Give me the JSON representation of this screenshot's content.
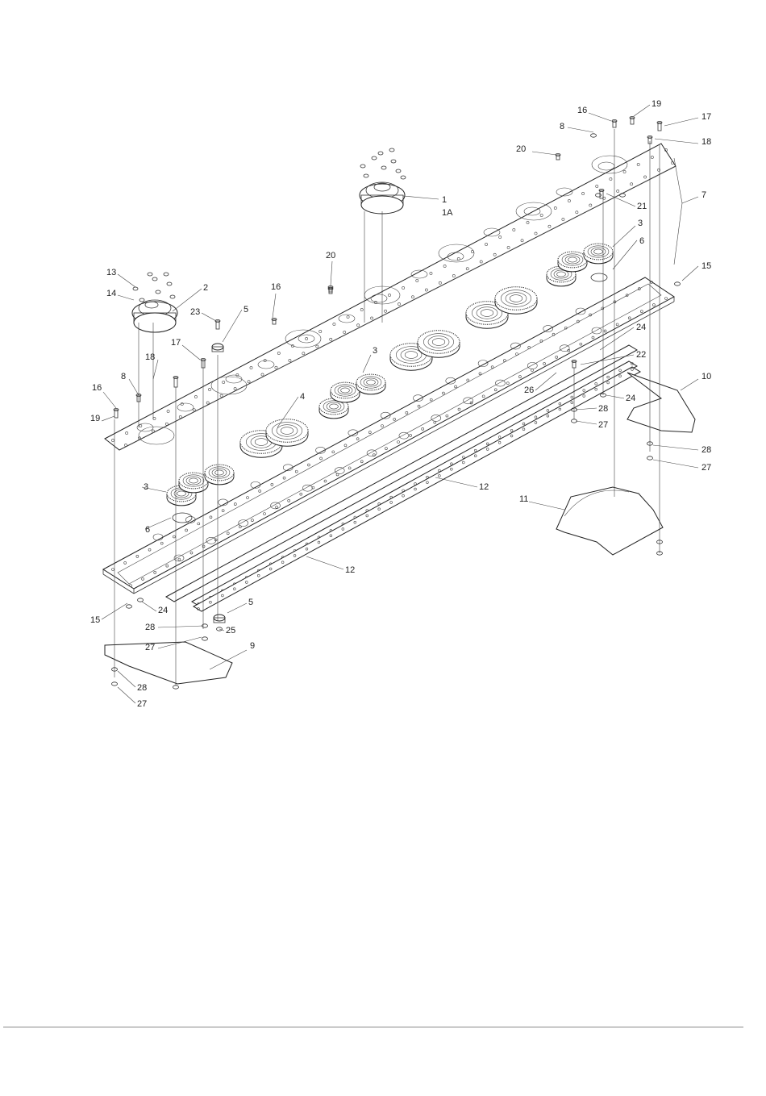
{
  "callouts": {
    "c1": "1",
    "c1a": "1A",
    "c2": "2",
    "c3a": "3",
    "c3b": "3",
    "c3c": "3",
    "c4": "4",
    "c5a": "5",
    "c5b": "5",
    "c6a": "6",
    "c6b": "6",
    "c7": "7",
    "c8a": "8",
    "c8b": "8",
    "c9": "9",
    "c10": "10",
    "c11": "11",
    "c12a": "12",
    "c12b": "12",
    "c13": "13",
    "c14": "14",
    "c15a": "15",
    "c15b": "15",
    "c16a": "16",
    "c16b": "16",
    "c16c": "16",
    "c17a": "17",
    "c17b": "17",
    "c18a": "18",
    "c18b": "18",
    "c19a": "19",
    "c19b": "19",
    "c20a": "20",
    "c20b": "20",
    "c21": "21",
    "c22": "22",
    "c23": "23",
    "c24a": "24",
    "c24b": "24",
    "c24c": "24",
    "c25": "25",
    "c26": "26",
    "c27a": "27",
    "c27b": "27",
    "c27c": "27",
    "c27d": "27",
    "c28a": "28",
    "c28b": "28",
    "c28c": "28",
    "c28d": "28"
  },
  "colors": {
    "line": "#333333",
    "background": "#ffffff",
    "rule": "#888888"
  }
}
